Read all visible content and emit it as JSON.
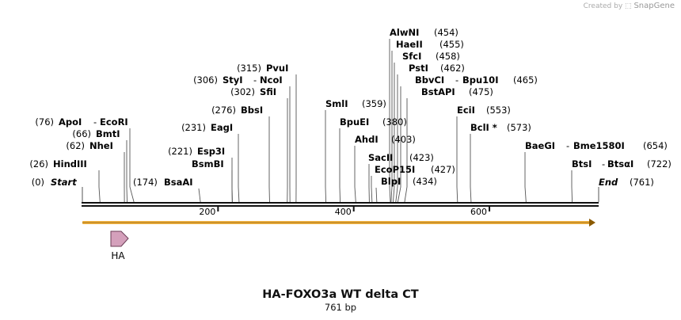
{
  "header": {
    "credit_prefix": "Created by",
    "credit_brand": "SnapGene"
  },
  "map": {
    "title": "HA-FOXO3a WT delta CT",
    "length_label": "761 bp",
    "length_bp": 761,
    "ruler_ticks": [
      200,
      400,
      600
    ],
    "start_label": "Start",
    "start_pos": "(0)",
    "end_label": "End",
    "end_pos": "(761)",
    "feature_label": "HA",
    "feature_color": "#d4a0bb",
    "orf_color": "#f2b443",
    "sites": [
      {
        "name": "HindIII",
        "pos": "(26)",
        "bp": 26
      },
      {
        "name": "NheI",
        "pos": "(62)",
        "bp": 62
      },
      {
        "name": "BmtI",
        "pos": "(66)",
        "bp": 66
      },
      {
        "name": "ApoI",
        "pos": "(76)",
        "bp": 76
      },
      {
        "name": "EcoRI",
        "pos": "",
        "bp": 76,
        "alias": true
      },
      {
        "name": "BsaAI",
        "pos": "(174)",
        "bp": 174
      },
      {
        "name": "BsmBI",
        "pos": "",
        "bp": 221
      },
      {
        "name": "Esp3I",
        "pos": "(221)",
        "bp": 221
      },
      {
        "name": "EagI",
        "pos": "(231)",
        "bp": 231
      },
      {
        "name": "BbsI",
        "pos": "(276)",
        "bp": 276
      },
      {
        "name": "SfiI",
        "pos": "(302)",
        "bp": 302
      },
      {
        "name": "StyI",
        "pos": "(306)",
        "bp": 306
      },
      {
        "name": "NcoI",
        "pos": "",
        "bp": 306,
        "alias": true
      },
      {
        "name": "PvuI",
        "pos": "(315)",
        "bp": 315
      },
      {
        "name": "SmlI",
        "pos": "(359)",
        "bp": 359
      },
      {
        "name": "BpuEI",
        "pos": "(380)",
        "bp": 380
      },
      {
        "name": "AhdI",
        "pos": "(403)",
        "bp": 403
      },
      {
        "name": "SacII",
        "pos": "(423)",
        "bp": 423
      },
      {
        "name": "EcoP15I",
        "pos": "(427)",
        "bp": 427
      },
      {
        "name": "BlpI",
        "pos": "(434)",
        "bp": 434
      },
      {
        "name": "AlwNI",
        "pos": "(454)",
        "bp": 454
      },
      {
        "name": "HaeII",
        "pos": "(455)",
        "bp": 455
      },
      {
        "name": "SfcI",
        "pos": "(458)",
        "bp": 458
      },
      {
        "name": "PstI",
        "pos": "(462)",
        "bp": 462
      },
      {
        "name": "BbvCI",
        "pos": "",
        "bp": 465
      },
      {
        "name": "Bpu10I",
        "pos": "(465)",
        "bp": 465,
        "alias": true
      },
      {
        "name": "BstAPI",
        "pos": "(475)",
        "bp": 475
      },
      {
        "name": "EciI",
        "pos": "(553)",
        "bp": 553
      },
      {
        "name": "BclI *",
        "pos": "(573)",
        "bp": 573
      },
      {
        "name": "BaeGI",
        "pos": "",
        "bp": 654
      },
      {
        "name": "Bme1580I",
        "pos": "(654)",
        "bp": 654,
        "alias": true
      },
      {
        "name": "BtsI",
        "pos": "",
        "bp": 722
      },
      {
        "name": "BtsαI",
        "pos": "(722)",
        "bp": 722,
        "alias": true
      }
    ]
  }
}
